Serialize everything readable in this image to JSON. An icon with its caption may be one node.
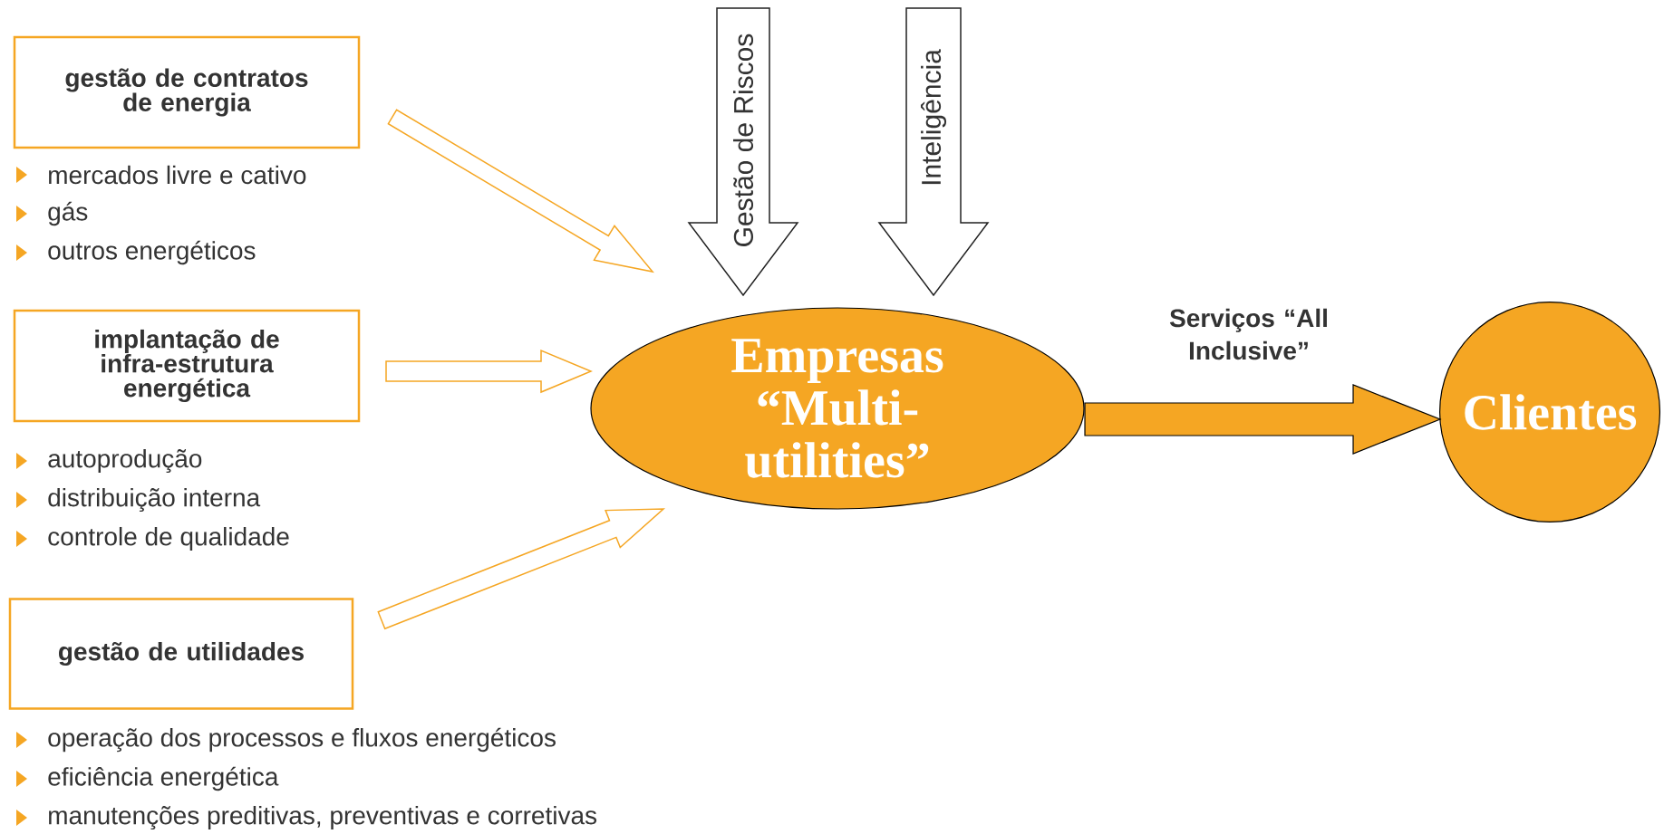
{
  "diagram": {
    "nodes": [
      {
        "text": [
          "gestão de contratos de energia"
        ],
        "beside": [
          "mercados livre e cativo",
          "gás",
          "outros energéticos"
        ]
      },
      {
        "text": [
          "implantação de infra-estrutura energética"
        ],
        "beside": [
          "autoprodução",
          "distribuição interna",
          "controle de qualidade"
        ]
      },
      {
        "text": [
          "gestão de utilidades"
        ],
        "beside": [
          "operação dos processos e fluxos energéticos",
          "eficiência energética",
          "manutenções preditivas, preventivas e corretivas"
        ]
      },
      {
        "text": [
          "Empresas “Multi-utilities”"
        ]
      },
      {
        "text": [
          "Clientes"
        ]
      }
    ],
    "edges": [
      {
        "from": 0,
        "to": 3,
        "arrow": "to"
      },
      {
        "from": 1,
        "to": 3,
        "arrow": "to"
      },
      {
        "from": 2,
        "to": 3,
        "arrow": "to"
      },
      {
        "from": null,
        "to": 3,
        "arrow": "to",
        "label": "Gestão de Riscos",
        "color": "#222222"
      },
      {
        "from": null,
        "to": 3,
        "arrow": "to",
        "label": "Inteligência",
        "color": "#222222"
      },
      {
        "from": 3,
        "to": 4,
        "arrow": "to",
        "label": "Serviços  “All Inclusive”",
        "style": "thick"
      }
    ]
  }
}
